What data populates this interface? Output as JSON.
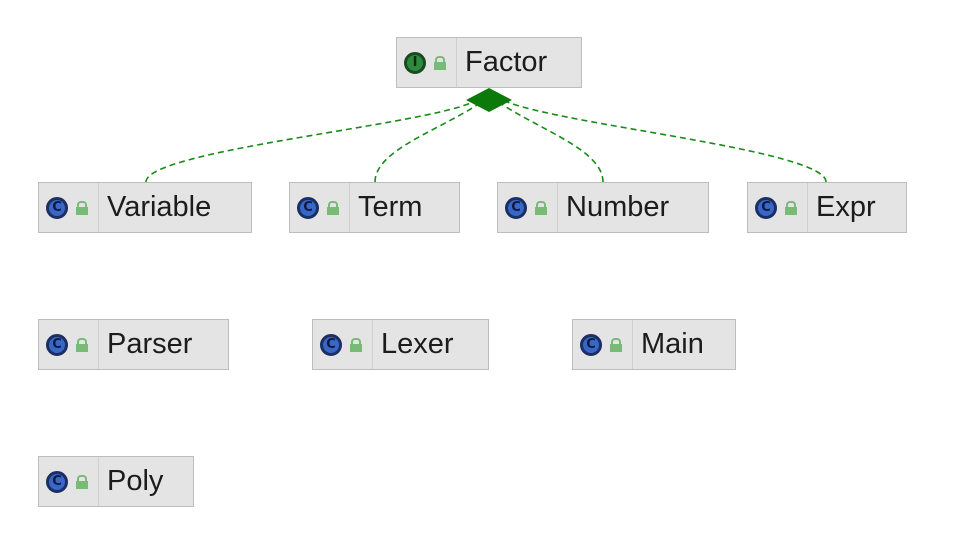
{
  "diagram": {
    "nodes": [
      {
        "id": "factor",
        "label": "Factor",
        "kind": "interface",
        "kind_icon": "interface-icon"
      },
      {
        "id": "variable",
        "label": "Variable",
        "kind": "class",
        "kind_icon": "class-icon"
      },
      {
        "id": "term",
        "label": "Term",
        "kind": "class",
        "kind_icon": "class-icon"
      },
      {
        "id": "number",
        "label": "Number",
        "kind": "class",
        "kind_icon": "class-icon"
      },
      {
        "id": "expr",
        "label": "Expr",
        "kind": "class",
        "kind_icon": "class-icon"
      },
      {
        "id": "parser",
        "label": "Parser",
        "kind": "class",
        "kind_icon": "class-icon"
      },
      {
        "id": "lexer",
        "label": "Lexer",
        "kind": "class",
        "kind_icon": "class-icon"
      },
      {
        "id": "main",
        "label": "Main",
        "kind": "class",
        "kind_icon": "class-icon"
      },
      {
        "id": "poly",
        "label": "Poly",
        "kind": "class",
        "kind_icon": "class-icon"
      }
    ],
    "edges": [
      {
        "from": "variable",
        "to": "factor",
        "type": "implements"
      },
      {
        "from": "term",
        "to": "factor",
        "type": "implements"
      },
      {
        "from": "number",
        "to": "factor",
        "type": "implements"
      },
      {
        "from": "expr",
        "to": "factor",
        "type": "implements"
      }
    ],
    "colors": {
      "edge": "#1a8a1a",
      "arrowhead": "#0b7a0b",
      "node_fill": "#e4e4e4",
      "class_icon": "#3867c9",
      "interface_icon": "#2f8a3d",
      "public_lock": "#77bb77"
    }
  }
}
